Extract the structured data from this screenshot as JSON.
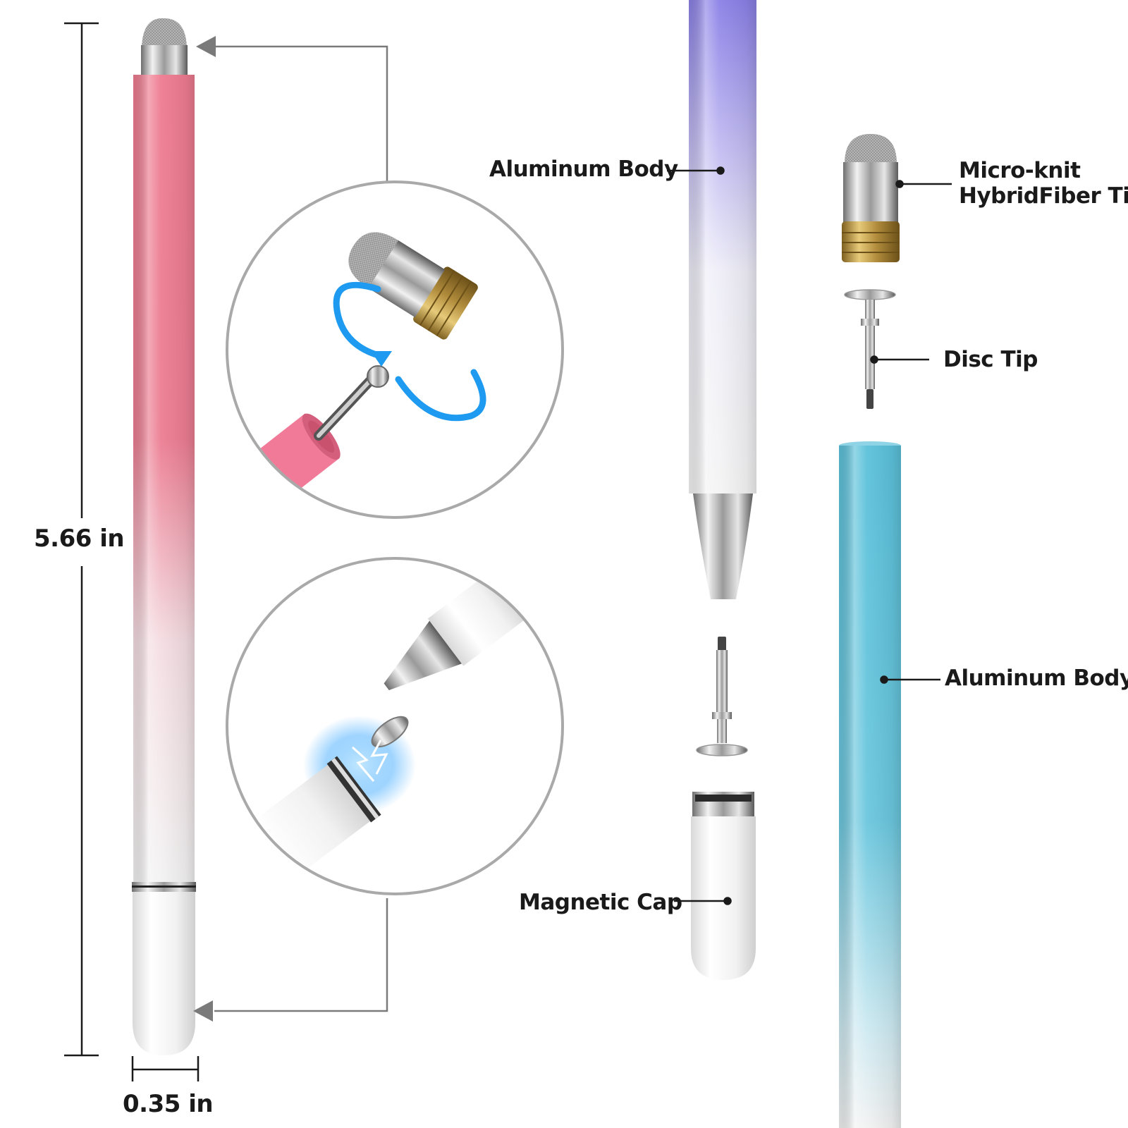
{
  "dimensions": {
    "length": "5.66 in",
    "diameter": "0.35 in"
  },
  "labels": {
    "aluminum_body_top": "Aluminum Body",
    "tip_line1": "Micro-knit",
    "tip_line2": "HybridFiber Tip",
    "disc_tip": "Disc Tip",
    "aluminum_body_right": "Aluminum Body",
    "magnetic_cap": "Magnetic Cap"
  },
  "colors": {
    "pink_pen": "#e8768a",
    "purple_pen": "#8b7fe0",
    "blue_pen": "#56bfd9",
    "rotation_arrow": "#1e9bf0",
    "brass": "#c9a449",
    "lead_line": "#1a1a1a",
    "callout_line": "#7a7a7a"
  },
  "icons": {
    "rotation": "rotate-arrow-icon",
    "magnet_spark": "lightning-icon"
  }
}
